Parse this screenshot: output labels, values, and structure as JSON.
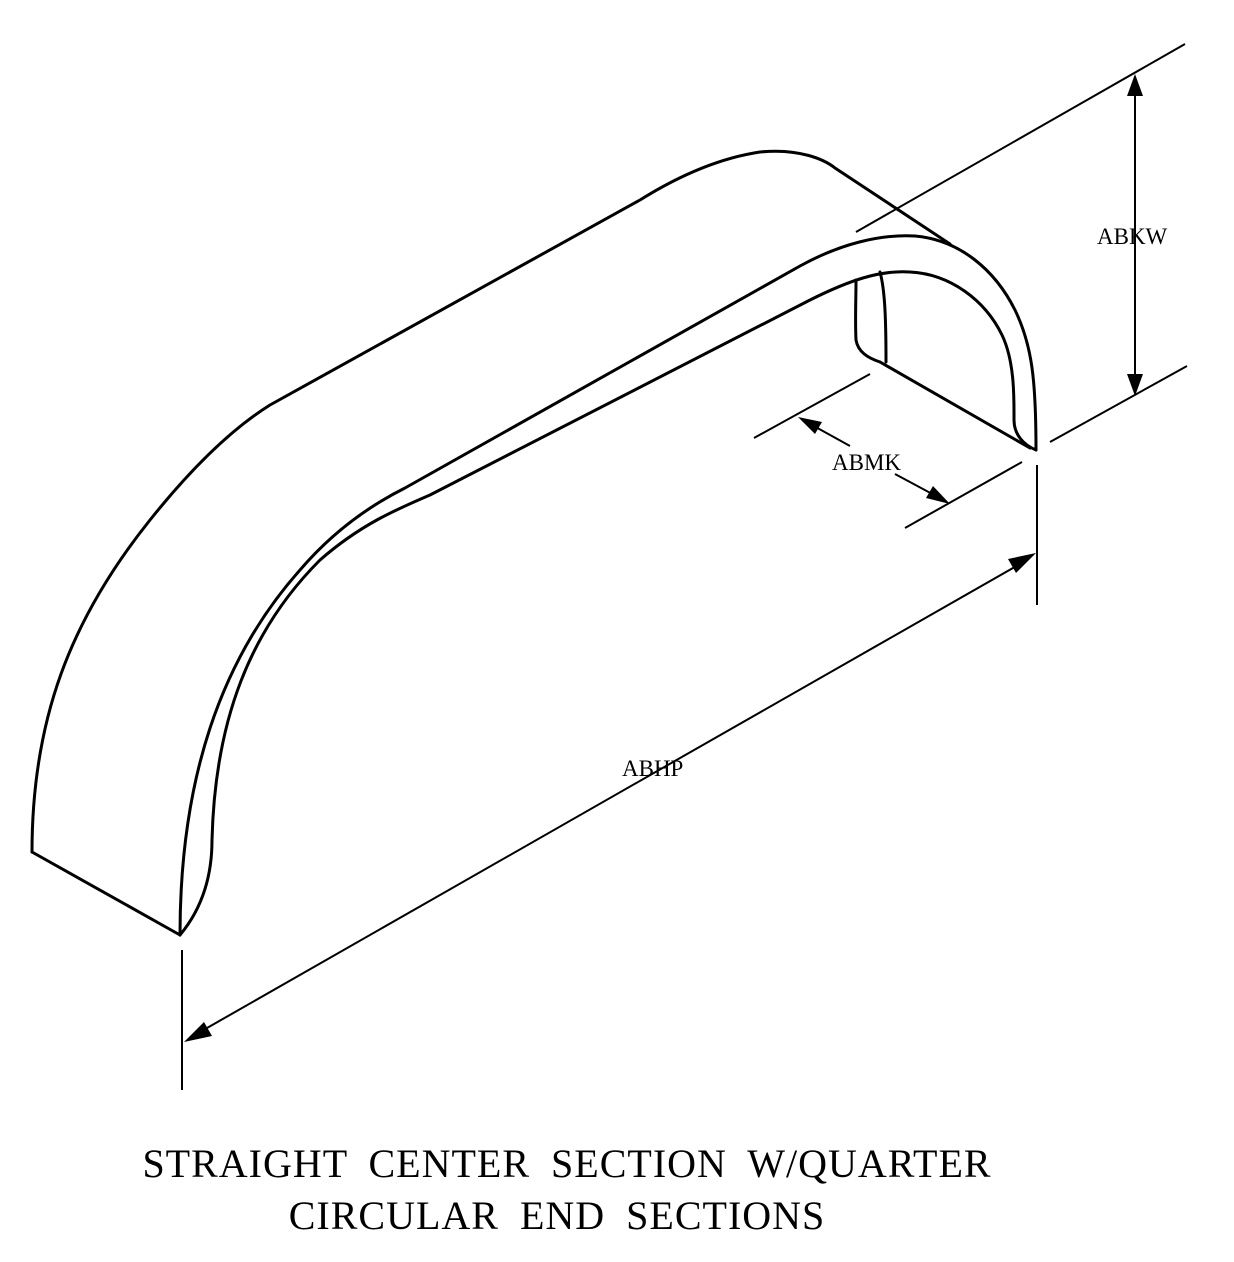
{
  "diagram": {
    "dimensions": {
      "height": "ABKW",
      "width": "ABMK",
      "length": "ABHP"
    },
    "caption": {
      "line1": "STRAIGHT CENTER SECTION W/QUARTER",
      "line2": "CIRCULAR END SECTIONS"
    }
  }
}
